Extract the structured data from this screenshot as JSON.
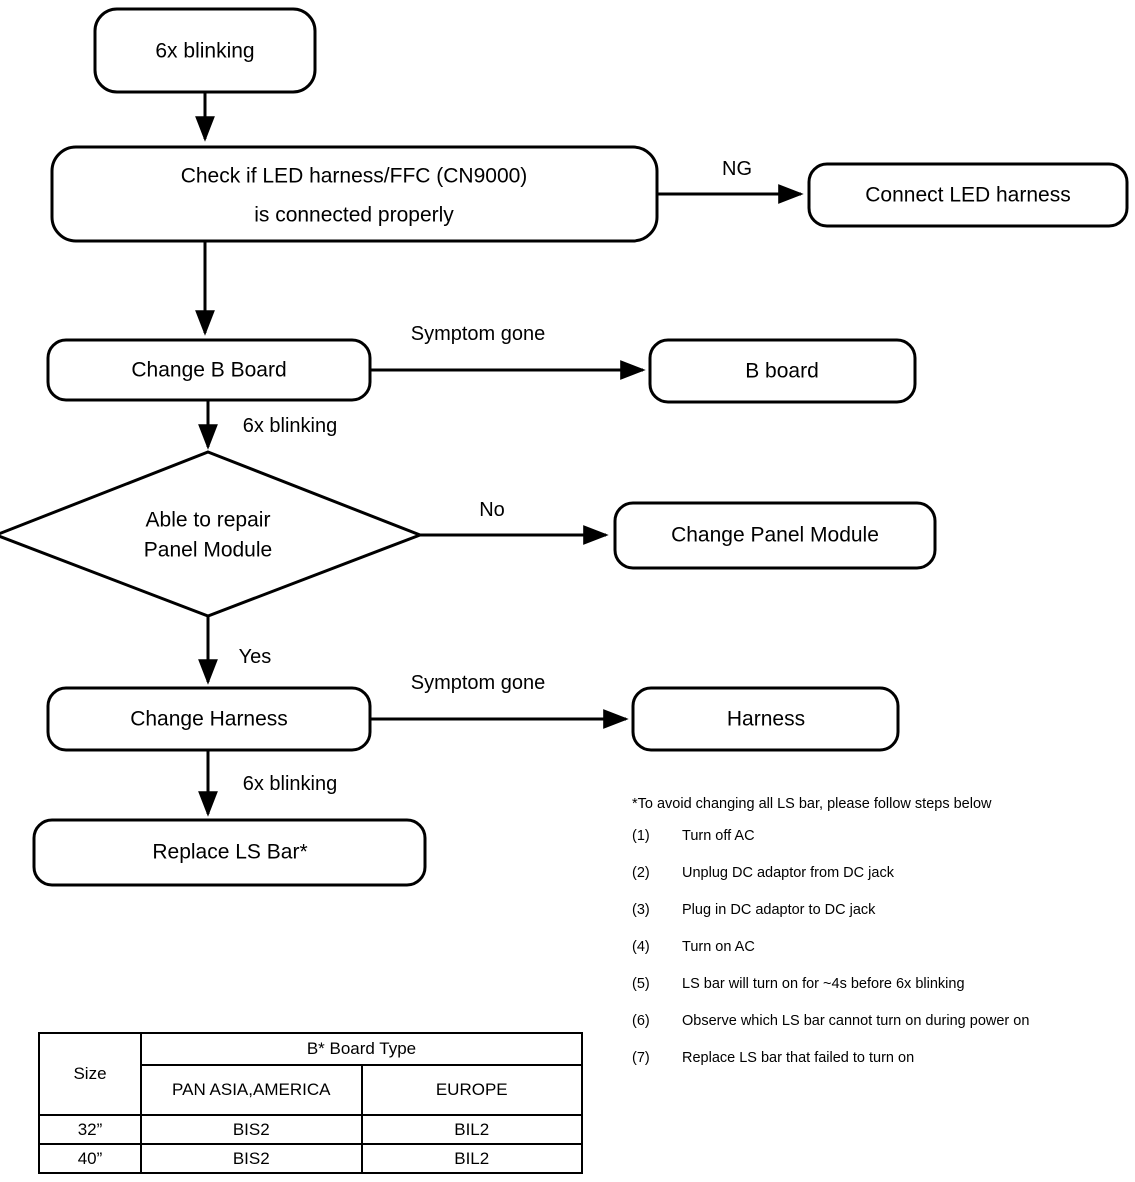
{
  "flowchart": {
    "nodes": [
      {
        "id": "start",
        "label": "6x blinking",
        "shape": "rounded-rect"
      },
      {
        "id": "check_led",
        "label_line1": "Check if LED harness/FFC (CN9000)",
        "label_line2": "is connected properly",
        "shape": "rounded-rect"
      },
      {
        "id": "connect_led",
        "label": "Connect LED harness",
        "shape": "rounded-rect"
      },
      {
        "id": "change_b",
        "label": "Change B Board",
        "shape": "rounded-rect"
      },
      {
        "id": "b_board",
        "label": "B board",
        "shape": "rounded-rect"
      },
      {
        "id": "able_repair",
        "label_line1": "Able to repair",
        "label_line2": "Panel Module",
        "shape": "diamond"
      },
      {
        "id": "change_panel",
        "label": "Change Panel Module",
        "shape": "rounded-rect"
      },
      {
        "id": "change_harness",
        "label": "Change Harness",
        "shape": "rounded-rect"
      },
      {
        "id": "harness",
        "label": "Harness",
        "shape": "rounded-rect"
      },
      {
        "id": "replace_ls",
        "label": "Replace LS Bar*",
        "shape": "rounded-rect"
      }
    ],
    "edge_labels": {
      "check_ng": "NG",
      "b_symptom_gone": "Symptom gone",
      "b_6x_blinking": "6x blinking",
      "repair_no": "No",
      "repair_yes": "Yes",
      "harness_symptom_gone": "Symptom gone",
      "harness_6x_blinking": "6x blinking"
    }
  },
  "notes": {
    "heading": "*To avoid changing all LS bar, please follow steps below",
    "steps": [
      {
        "num": "(1)",
        "text": "Turn off AC"
      },
      {
        "num": "(2)",
        "text": "Unplug DC adaptor from DC jack"
      },
      {
        "num": "(3)",
        "text": "Plug in DC adaptor to DC jack"
      },
      {
        "num": "(4)",
        "text": "Turn on AC"
      },
      {
        "num": "(5)",
        "text": "LS bar will turn on for ~4s before 6x blinking"
      },
      {
        "num": "(6)",
        "text": "Observe which LS bar cannot turn on during power on"
      },
      {
        "num": "(7)",
        "text": "Replace LS bar that failed to turn on"
      }
    ]
  },
  "board_table": {
    "size_header": "Size",
    "group_header": "B* Board Type",
    "sub_headers": [
      "PAN ASIA,AMERICA",
      "EUROPE"
    ],
    "rows": [
      {
        "size": "32”",
        "pan_asia_america": "BIS2",
        "europe": "BIL2"
      },
      {
        "size": "40”",
        "pan_asia_america": "BIS2",
        "europe": "BIL2"
      }
    ]
  },
  "colors": {
    "stroke": "#000000",
    "fill": "#ffffff",
    "text": "#000000"
  }
}
